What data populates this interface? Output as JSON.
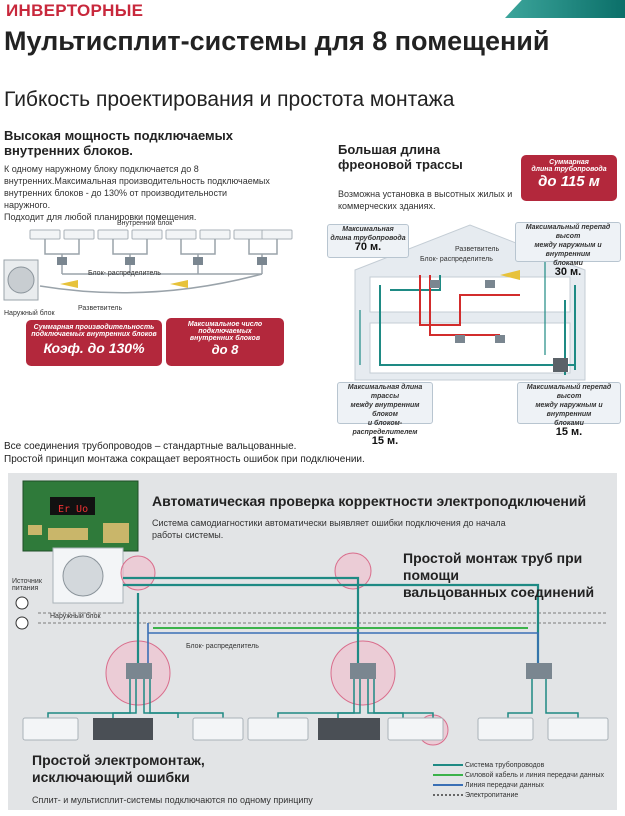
{
  "header": {
    "tag": "ИНВЕРТОРНЫЕ",
    "title": "Мультисплит-системы для 8 помещений",
    "subtitle": "Гибкость проектирования и простота монтажа"
  },
  "left": {
    "heading": "Высокая мощность подключаемых внутренних блоков.",
    "text": [
      "К одному наружному блоку подключается до 8",
      "внутренних.Максимальная производительность подключаемых",
      "внутренних блоков - до 130% от производительности наружного.",
      "Подходит для любой планировки помещения."
    ],
    "labels": {
      "indoor": "Внутренний блок",
      "distributor": "Блок- распределитель",
      "branch": "Разветвитель",
      "outdoor": "Наружный блок"
    },
    "box1": {
      "line1": "Суммарная производительность",
      "line2": "подключаемых внутренних блоков",
      "value": "Коэф. до 130%"
    },
    "box2": {
      "line1": "Максимальное число",
      "line2": "подключаемых",
      "line3": "внутренних блоков",
      "value": "до 8"
    }
  },
  "right": {
    "heading": "Большая длина фреоновой трассы",
    "text": [
      "Возможна установка в высотных жилых и",
      "коммерческих зданиях."
    ],
    "total": {
      "line1": "Суммарная",
      "line2": "длина трубопровода",
      "value": "до 115 м"
    },
    "box_a": {
      "l1": "Максимальная",
      "l2": "длина трубопровода",
      "value": "70 м."
    },
    "box_b": {
      "l1": "Максимальный перепад высот",
      "l2": "между наружным и внутренним",
      "l3": "блоками",
      "value": "30 м."
    },
    "box_c": {
      "l1": "Максимальная длина трассы",
      "l2": "между внутренним блоком",
      "l3": "и блоком- распределителем",
      "value": "15 м."
    },
    "box_d": {
      "l1": "Максимальный перепад высот",
      "l2": "между наружным и внутренним",
      "l3": "блоками",
      "value": "15 м."
    },
    "labels": {
      "branch": "Разветвитель",
      "distributor": "Блок- распределитель"
    }
  },
  "middle": {
    "line1": "Все соединения трубопроводов – стандартные вальцованные.",
    "line2": "Простой принцип монтажа сокращает вероятность ошибок при подключении."
  },
  "bottom": {
    "display": "Er Uo",
    "auto_title": "Автоматическая проверка корректности электроподключений",
    "auto_text": [
      "Система самодиагностики автоматически выявляет ошибки подключения до начала",
      "работы системы."
    ],
    "pipes_title": [
      "Простой монтаж труб при помощи",
      "вальцованных соединений"
    ],
    "source_label": [
      "Источник",
      "питания"
    ],
    "outdoor_label": "Наружный блок",
    "distributor_label": "Блок- распределитель",
    "elec_title": [
      "Простой электромонтаж,",
      "исключающий ошибки"
    ],
    "footer": "Сплит- и мультисплит-системы подключаются по одному принципу",
    "legend": [
      "Система трубопроводов",
      "Силовой кабель и линия передачи данных",
      "Линия передачи данных",
      "Электропитание"
    ]
  },
  "colors": {
    "red": "#b3283c",
    "teal": "#1e8a84",
    "green": "#3bb24a",
    "blue": "#3a6fb5"
  }
}
